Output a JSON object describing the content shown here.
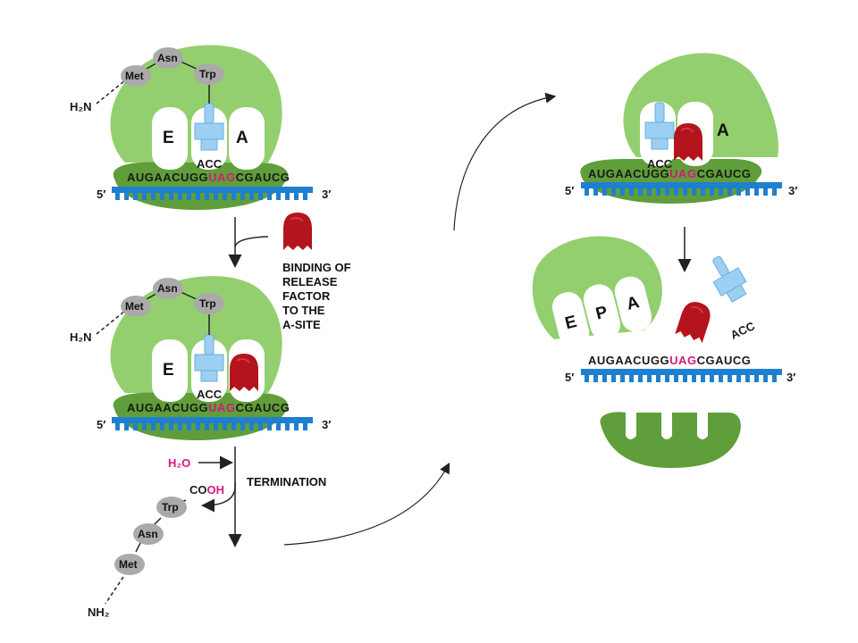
{
  "colors": {
    "ribosome_large": "#93cf6f",
    "ribosome_small": "#5f9e3a",
    "mrna_blue": "#1f7fcf",
    "trna_blue": "#9cd0f2",
    "release_factor": "#b4141c",
    "amino_acid_gray": "#a9aaa9",
    "stop_codon": "#d6197d"
  },
  "labels": {
    "h2n": "H₂N",
    "nh2": "NH₂",
    "five_prime": "5′",
    "three_prime": "3′",
    "anticodon": "ACC",
    "met": "Met",
    "asn": "Asn",
    "trp": "Trp",
    "site_e": "E",
    "site_p": "P",
    "site_a": "A",
    "water": "H₂O",
    "carboxyl_co": "CO",
    "carboxyl_oh": "OH",
    "binding_caption": [
      "BINDING OF",
      "RELEASE",
      "FACTOR",
      "TO THE",
      "A-SITE"
    ],
    "termination": "TERMINATION"
  },
  "mrna": {
    "seq_before": "AUGAACUGG",
    "stop_codon": "UAG",
    "seq_after": "CGAUCG"
  },
  "icons": {
    "release_factor": "release-factor-icon",
    "trna": "trna-icon",
    "arrow": "arrow-icon"
  }
}
